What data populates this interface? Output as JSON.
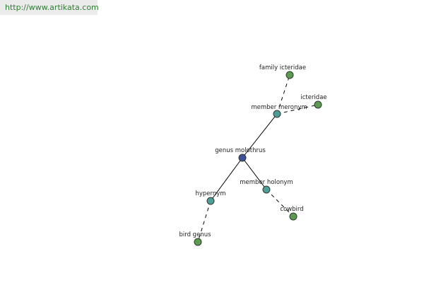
{
  "header": {
    "site_url": "http://www.artikata.com"
  },
  "colors": {
    "center": "#3f4f9c",
    "relation": "#4f9d98",
    "leaf": "#5d9b51"
  },
  "graph": {
    "nodes": [
      {
        "id": "genus",
        "label": "genus molothrus",
        "kind": "center"
      },
      {
        "id": "member_meronym",
        "label": "member meronym",
        "kind": "relation"
      },
      {
        "id": "member_holonym",
        "label": "member holonym",
        "kind": "relation"
      },
      {
        "id": "hypernym",
        "label": "hypernym",
        "kind": "relation"
      },
      {
        "id": "family_icteridae",
        "label": "family icteridae",
        "kind": "leaf"
      },
      {
        "id": "icteridae",
        "label": "icteridae",
        "kind": "leaf"
      },
      {
        "id": "cowbird",
        "label": "cowbird",
        "kind": "leaf"
      },
      {
        "id": "bird_genus",
        "label": "bird genus",
        "kind": "leaf"
      }
    ],
    "edges": [
      {
        "from": "genus",
        "to": "member_meronym",
        "style": "solid"
      },
      {
        "from": "genus",
        "to": "member_holonym",
        "style": "solid"
      },
      {
        "from": "genus",
        "to": "hypernym",
        "style": "solid"
      },
      {
        "from": "member_meronym",
        "to": "family_icteridae",
        "style": "dashed"
      },
      {
        "from": "member_meronym",
        "to": "icteridae",
        "style": "dashed"
      },
      {
        "from": "member_holonym",
        "to": "cowbird",
        "style": "dashed"
      },
      {
        "from": "hypernym",
        "to": "bird_genus",
        "style": "dashed"
      }
    ]
  }
}
